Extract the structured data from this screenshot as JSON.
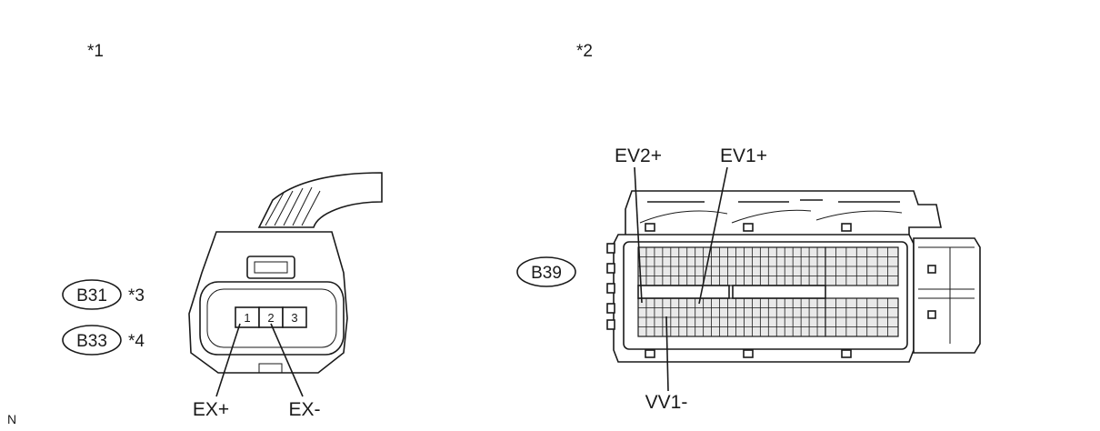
{
  "callouts": {
    "view1": "*1",
    "view2": "*2",
    "note3": "*3",
    "note4": "*4"
  },
  "connector_codes": {
    "b31": "B31",
    "b33": "B33",
    "b39": "B39"
  },
  "small_connector": {
    "pins": [
      "1",
      "2",
      "3"
    ],
    "terminal_left": "EX+",
    "terminal_right": "EX-"
  },
  "ecu_connector": {
    "terminal_top_left": "EV2+",
    "terminal_top_right": "EV1+",
    "terminal_bottom": "VV1-"
  },
  "corner_mark": "N"
}
